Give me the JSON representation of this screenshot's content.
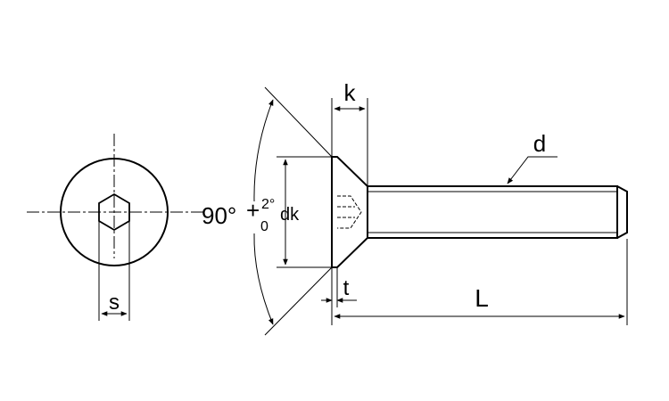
{
  "labels": {
    "k": "k",
    "d": "d",
    "dk": "dk",
    "s": "s",
    "t": "t",
    "L": "L",
    "angle": "90°",
    "plus_tol": "+",
    "tol_upper": "2°",
    "tol_lower": "0"
  },
  "colors": {
    "line": "#000000",
    "background": "#ffffff"
  }
}
